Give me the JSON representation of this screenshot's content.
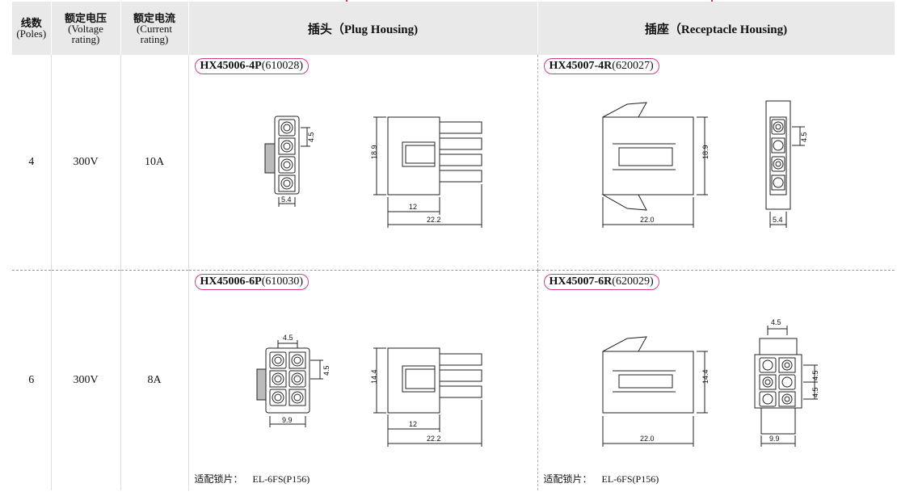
{
  "header": {
    "poles": [
      "线数",
      "(Poles)"
    ],
    "voltage": [
      "额定电压",
      "(Voltage",
      "rating)"
    ],
    "current": [
      "额定电流",
      "(Current",
      "rating)"
    ],
    "plug": "插头（Plug Housing)",
    "receptacle": "插座（Receptacle Housing)"
  },
  "rows": [
    {
      "poles": "4",
      "voltage": "300V",
      "current": "10A",
      "plug_part": "HX45006-4P",
      "plug_code": "(610028)",
      "rec_part": "HX45007-4R",
      "rec_code": "(620027)",
      "plug_dims": [
        "4.5",
        "5.4",
        "18.9",
        "12",
        "22.2"
      ],
      "rec_dims": [
        "18.9",
        "22.0",
        "4.5",
        "5.4"
      ]
    },
    {
      "poles": "6",
      "voltage": "300V",
      "current": "8A",
      "plug_part": "HX45006-6P",
      "plug_code": "(610030)",
      "rec_part": "HX45007-6R",
      "rec_code": "(620029)",
      "plug_dims": [
        "4.5",
        "4.5",
        "9.9",
        "14.4",
        "12",
        "22.2"
      ],
      "rec_dims": [
        "14.4",
        "22.0",
        "4.5",
        "4.5",
        "4.5",
        "9.9"
      ],
      "fit_label": "适配锁片：",
      "fit_code": "EL-6FS(P156)"
    }
  ]
}
